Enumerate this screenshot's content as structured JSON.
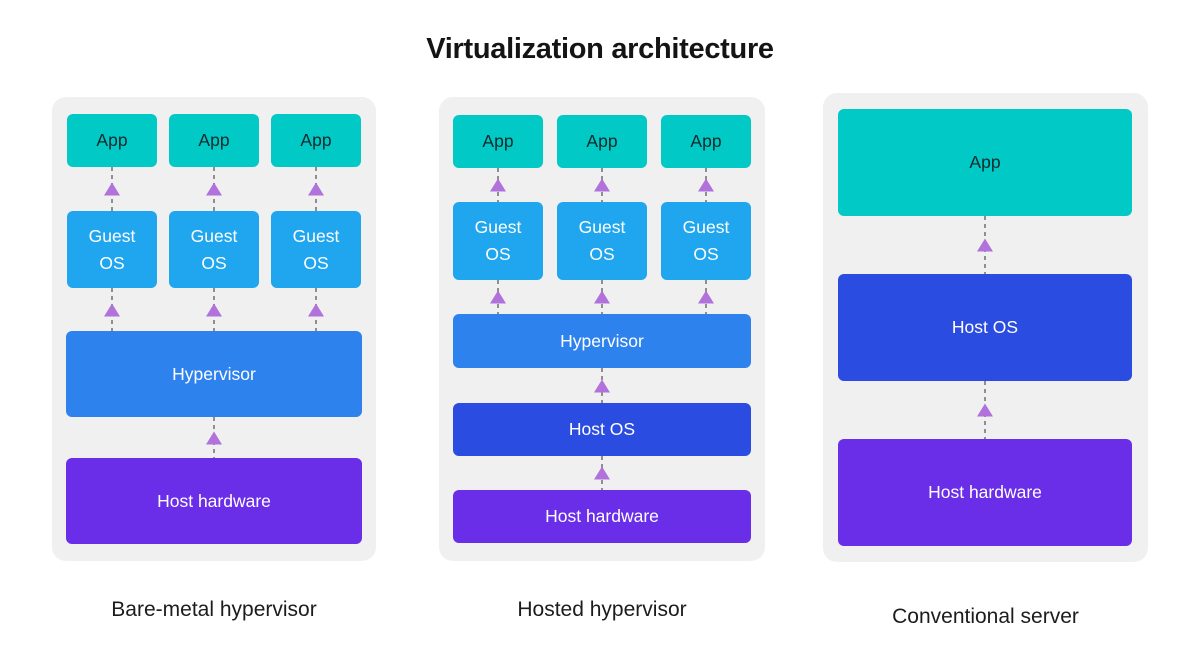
{
  "title": "Virtualization architecture",
  "colors": {
    "app_box": "#00C9C6",
    "guest_os_box": "#1FA6EE",
    "hypervisor_box": "#2E82EE",
    "host_os_box": "#2B4CE0",
    "host_hardware_box": "#6A2DE8",
    "arrowhead": "#B172DB",
    "dotted_line": "#8f8f8f",
    "panel_background": "#F0F0F1",
    "page_background": "#ffffff"
  },
  "panels": [
    {
      "caption": "Bare-metal hypervisor",
      "apps": [
        "App",
        "App",
        "App"
      ],
      "guests": [
        "Guest OS",
        "Guest OS",
        "Guest OS"
      ],
      "hypervisor": "Hypervisor",
      "host_hardware": "Host hardware"
    },
    {
      "caption": "Hosted hypervisor",
      "apps": [
        "App",
        "App",
        "App"
      ],
      "guests": [
        "Guest OS",
        "Guest OS",
        "Guest OS"
      ],
      "hypervisor": "Hypervisor",
      "host_os": "Host OS",
      "host_hardware": "Host hardware"
    },
    {
      "caption": "Conventional server",
      "app": "App",
      "host_os": "Host OS",
      "host_hardware": "Host hardware"
    }
  ]
}
